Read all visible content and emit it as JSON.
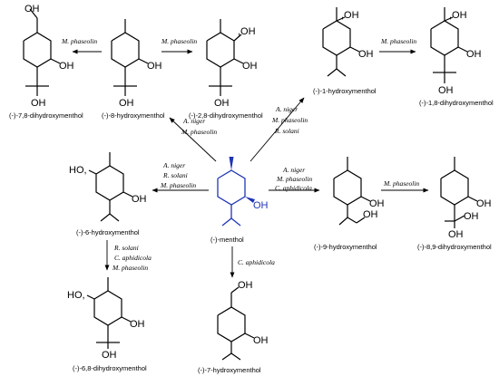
{
  "compounds": {
    "c78": "(-)-7,8-dihydroxymenthol",
    "c8": "(-)-8-hydroxymenthol",
    "c28": "(-)-2,8-dihydroxymenthol",
    "c1": "(-)-1-hydroxymenthol",
    "c18": "(-)-1,8-dihydroxymenthol",
    "c6": "(-)-6-hydroxymenthol",
    "menthol": "(-)-menthol",
    "c9": "(-)-9-hydroxymenthol",
    "c89": "(-)-8,9-dihydroxymenthol",
    "c68": "(-)-6,8-dihydroxymenthol",
    "c7": "(-)-7-hydroxymenthol"
  },
  "arrows": {
    "a8to78": [
      "M. phaseolin"
    ],
    "a8to28": [
      "M. phaseolin"
    ],
    "a1to18": [
      "M. phaseolin"
    ],
    "aMto8": [
      "A. niger",
      "M. phaseolin"
    ],
    "aMto1": [
      "A. niger",
      "M. phaseolin",
      "R. solani"
    ],
    "aMto6": [
      "A. niger",
      "R. solani",
      "M. phaseolin"
    ],
    "aMto9": [
      "A. niger",
      "M. phaseolin",
      "C. aphidicola"
    ],
    "a9to89": [
      "M. phaseolin"
    ],
    "a6to68": [
      "R. solani",
      "C. aphidicola",
      "M. phaseolin"
    ],
    "aMto7": [
      "C. aphidicola"
    ]
  },
  "atoms": {
    "oh": "OH",
    "ho": "HO,",
    "ohc": ",OH"
  },
  "colors": {
    "menthol": "#1f35b5",
    "ink": "#000000"
  }
}
